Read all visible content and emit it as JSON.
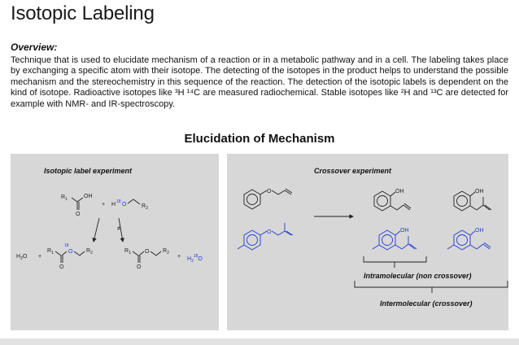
{
  "title": "Isotopic Labeling",
  "overview": {
    "heading": "Overview:",
    "text": "Technique that is used to elucidate mechanism of a reaction or in a metabolic pathway and in a cell. The labeling takes place by exchanging a specific atom with their isotope. The detecting of the isotopes in the product helps to understand the possible mechanism and the stereochemistry in this sequence of the reaction. The detection of the isotopic labels is dependent on the kind of isotope. Radioactive isotopes like ³H ¹⁴C are measured radiochemical. Stable isotopes like ²H and ¹³C are detected for example with NMR- and IR-spectroscopy."
  },
  "section_title": "Elucidation of Mechanism",
  "left_panel": {
    "heading": "Isotopic label experiment",
    "labels": {
      "r1": "R",
      "r1_sub": "1",
      "r2": "R",
      "r2_sub": "2",
      "oh": "OH",
      "o": "O",
      "h": "H",
      "iso18": "18",
      "plus": "+",
      "h2o": "H",
      "h2o_sub": "2",
      "h2o_o": "O",
      "not_sign": "≠"
    }
  },
  "right_panel": {
    "heading": "Crossover experiment",
    "oh_label": "OH",
    "intramolecular": "Intramolecular (non crossover)",
    "intermolecular": "Intermolecular (crossover)"
  },
  "colors": {
    "label_blue": "#1f3ccf",
    "panel_gray": "#d7d7d7"
  }
}
